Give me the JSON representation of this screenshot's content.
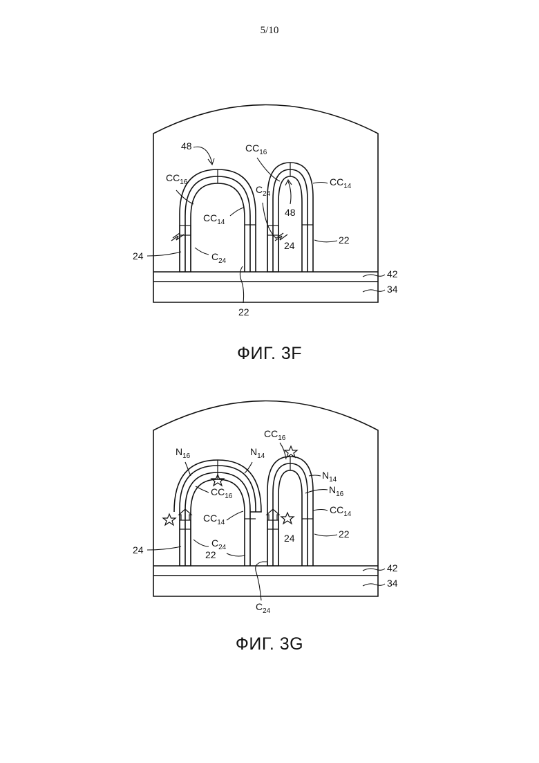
{
  "page_number": "5/10",
  "fig3f": {
    "caption": "ФИГ. 3F",
    "labels": {
      "l48a": "48",
      "l48b": "48",
      "cc16a": "CC",
      "cc16a_sub": "16",
      "cc16b": "CC",
      "cc16b_sub": "16",
      "cc14a": "CC",
      "cc14a_sub": "14",
      "cc14b": "CC",
      "cc14b_sub": "14",
      "c24a": "C",
      "c24a_sub": "24",
      "c24b": "C",
      "c24b_sub": "24",
      "l24a": "24",
      "l24b": "24",
      "l22a": "22",
      "l22b": "22",
      "l42": "42",
      "l34": "34"
    }
  },
  "fig3g": {
    "caption": "ФИГ. 3G",
    "labels": {
      "n16a": "N",
      "n16a_sub": "16",
      "n14a": "N",
      "n14a_sub": "14",
      "cc16a": "CC",
      "cc16a_sub": "16",
      "cc16b": "CC",
      "cc16b_sub": "16",
      "n14b": "N",
      "n14b_sub": "14",
      "n16b": "N",
      "n16b_sub": "16",
      "cc14a": "CC",
      "cc14a_sub": "14",
      "cc14b": "CC",
      "cc14b_sub": "14",
      "c24a": "C",
      "c24a_sub": "24",
      "c24b": "C",
      "c24b_sub": "24",
      "l24a": "24",
      "l24b": "24",
      "l22a": "22",
      "l22b": "22",
      "l42": "42",
      "l34": "34"
    }
  }
}
